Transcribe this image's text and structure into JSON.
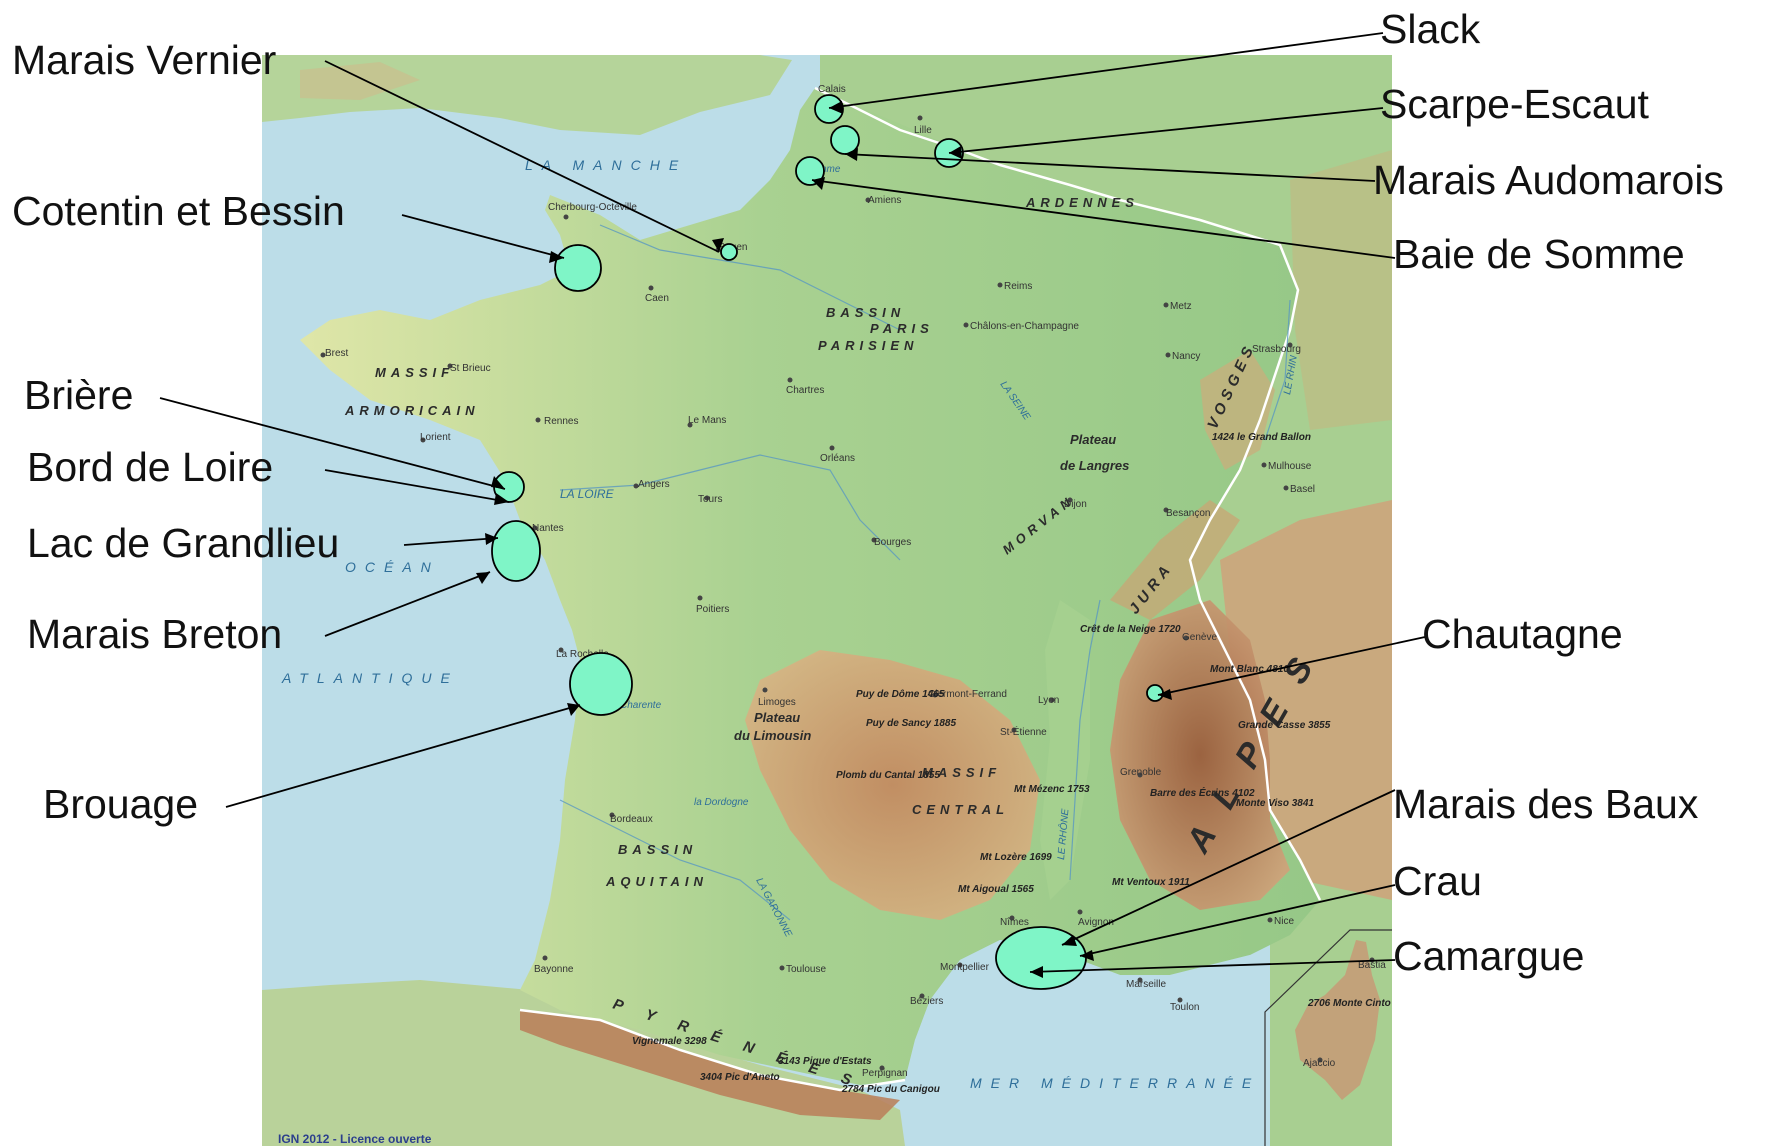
{
  "map": {
    "credit": "IGN 2012 - Licence ouverte",
    "seas": [
      {
        "id": "manche",
        "text": "LA MANCHE"
      },
      {
        "id": "ocean",
        "text": "OCÉAN"
      },
      {
        "id": "atlantique",
        "text": "ATLANTIQUE"
      },
      {
        "id": "med",
        "text": "MER MÉDITERRANÉE"
      }
    ],
    "regions": [
      {
        "id": "massif-armoricain-1",
        "text": "MASSIF"
      },
      {
        "id": "massif-armoricain-2",
        "text": "ARMORICAIN"
      },
      {
        "id": "bassin-parisien-1",
        "text": "BASSIN"
      },
      {
        "id": "bassin-parisien-2",
        "text": "PARIS"
      },
      {
        "id": "bassin-parisien-3",
        "text": "PARISIEN"
      },
      {
        "id": "ardennes",
        "text": "ARDENNES"
      },
      {
        "id": "vosges",
        "text": "VOSGES"
      },
      {
        "id": "jura",
        "text": "JURA"
      },
      {
        "id": "alpes",
        "text": "ALPES"
      },
      {
        "id": "morvan",
        "text": "MORVAN"
      },
      {
        "id": "langres-1",
        "text": "Plateau"
      },
      {
        "id": "langres-2",
        "text": "de Langres"
      },
      {
        "id": "limousin-1",
        "text": "Plateau"
      },
      {
        "id": "limousin-2",
        "text": "du Limousin"
      },
      {
        "id": "massif-central-1",
        "text": "MASSIF"
      },
      {
        "id": "massif-central-2",
        "text": "CENTRAL"
      },
      {
        "id": "bassin-aquitain-1",
        "text": "BASSIN"
      },
      {
        "id": "bassin-aquitain-2",
        "text": "AQUITAIN"
      },
      {
        "id": "pyrenees",
        "text": "PYRÉNÉES"
      }
    ],
    "cities": [
      {
        "id": "cherbourg",
        "text": "Cherbourg-Octeville"
      },
      {
        "id": "caen",
        "text": "Caen"
      },
      {
        "id": "rouen",
        "text": "Rouen"
      },
      {
        "id": "amiens",
        "text": "Amiens"
      },
      {
        "id": "lille",
        "text": "Lille"
      },
      {
        "id": "calais",
        "text": "Calais"
      },
      {
        "id": "reims",
        "text": "Reims"
      },
      {
        "id": "chalons",
        "text": "Châlons-en-Champagne"
      },
      {
        "id": "metz",
        "text": "Metz"
      },
      {
        "id": "nancy",
        "text": "Nancy"
      },
      {
        "id": "strasbourg",
        "text": "Strasbourg"
      },
      {
        "id": "mulhouse",
        "text": "Mulhouse"
      },
      {
        "id": "bale",
        "text": "Basel"
      },
      {
        "id": "brest",
        "text": "Brest"
      },
      {
        "id": "stbrieuc",
        "text": "St Brieuc"
      },
      {
        "id": "rennes",
        "text": "Rennes"
      },
      {
        "id": "lorient",
        "text": "Lorient"
      },
      {
        "id": "nantes",
        "text": "Nantes"
      },
      {
        "id": "angers",
        "text": "Angers"
      },
      {
        "id": "lemans",
        "text": "Le Mans"
      },
      {
        "id": "chartres",
        "text": "Chartres"
      },
      {
        "id": "orleans",
        "text": "Orléans"
      },
      {
        "id": "tours",
        "text": "Tours"
      },
      {
        "id": "bourges",
        "text": "Bourges"
      },
      {
        "id": "dijon",
        "text": "Dijon"
      },
      {
        "id": "besancon",
        "text": "Besançon"
      },
      {
        "id": "geneve",
        "text": "Genève"
      },
      {
        "id": "lyon",
        "text": "Lyon"
      },
      {
        "id": "stetienne",
        "text": "St-Étienne"
      },
      {
        "id": "clermont",
        "text": "Clermont-Ferrand"
      },
      {
        "id": "limoges",
        "text": "Limoges"
      },
      {
        "id": "poitiers",
        "text": "Poitiers"
      },
      {
        "id": "larochelle",
        "text": "La Rochelle"
      },
      {
        "id": "bordeaux",
        "text": "Bordeaux"
      },
      {
        "id": "bayonne",
        "text": "Bayonne"
      },
      {
        "id": "toulouse",
        "text": "Toulouse"
      },
      {
        "id": "montpellier",
        "text": "Montpellier"
      },
      {
        "id": "nimes",
        "text": "Nîmes"
      },
      {
        "id": "avignon",
        "text": "Avignon"
      },
      {
        "id": "marseille",
        "text": "Marseille"
      },
      {
        "id": "toulon",
        "text": "Toulon"
      },
      {
        "id": "beziers",
        "text": "Béziers"
      },
      {
        "id": "perpignan",
        "text": "Perpignan"
      },
      {
        "id": "grenoble",
        "text": "Grenoble"
      },
      {
        "id": "nice",
        "text": "Nice"
      },
      {
        "id": "bastia",
        "text": "Bastia"
      },
      {
        "id": "ajaccio",
        "text": "Ajaccio"
      }
    ],
    "peaks": [
      {
        "id": "puy-dome",
        "text": "Puy de Dôme 1465"
      },
      {
        "id": "puy-sancy",
        "text": "Puy de Sancy 1885"
      },
      {
        "id": "plomb",
        "text": "Plomb du Cantal 1855"
      },
      {
        "id": "mezenc",
        "text": "Mt Mézenc 1753"
      },
      {
        "id": "lozere",
        "text": "Mt Lozère 1699"
      },
      {
        "id": "aigoual",
        "text": "Mt Aigoual 1565"
      },
      {
        "id": "ventoux",
        "text": "Mt Ventoux 1911"
      },
      {
        "id": "ballon",
        "text": "1424 le Grand Ballon"
      },
      {
        "id": "neige",
        "text": "Crêt de la Neige 1720"
      },
      {
        "id": "blanc",
        "text": "Mont Blanc 4810"
      },
      {
        "id": "casse",
        "text": "Grande Casse 3855"
      },
      {
        "id": "ecrins",
        "text": "Barre des Écrins 4102"
      },
      {
        "id": "viso",
        "text": "Monte Viso 3841"
      },
      {
        "id": "vignemale",
        "text": "Vignemale 3298"
      },
      {
        "id": "aneto",
        "text": "3404 Pic d'Aneto"
      },
      {
        "id": "estats",
        "text": "3143 Pique d'Estats"
      },
      {
        "id": "canigou",
        "text": "2784 Pic du Canigou"
      },
      {
        "id": "cinto",
        "text": "2706 Monte Cinto"
      }
    ],
    "rivers": [
      {
        "id": "seine",
        "text": "LA SEINE"
      },
      {
        "id": "loire",
        "text": "LA LOIRE"
      },
      {
        "id": "garonne",
        "text": "LA GARONNE"
      },
      {
        "id": "rhone",
        "text": "LE RHÔNE"
      },
      {
        "id": "rhin",
        "text": "LE RHIN"
      },
      {
        "id": "somme",
        "text": "Somme"
      },
      {
        "id": "dordogne",
        "text": "la Dordogne"
      },
      {
        "id": "charente",
        "text": "Charente"
      }
    ]
  },
  "callouts": [
    {
      "id": "slack",
      "label": "Slack"
    },
    {
      "id": "scarpe-escaut",
      "label": "Scarpe-Escaut"
    },
    {
      "id": "marais-audomarois",
      "label": "Marais Audomarois"
    },
    {
      "id": "baie-de-somme",
      "label": "Baie de Somme"
    },
    {
      "id": "marais-vernier",
      "label": "Marais Vernier"
    },
    {
      "id": "cotentin-bessin",
      "label": "Cotentin et Bessin"
    },
    {
      "id": "briere",
      "label": "Brière"
    },
    {
      "id": "bord-de-loire",
      "label": "Bord de Loire"
    },
    {
      "id": "lac-de-grandlieu",
      "label": "Lac de Grandlieu"
    },
    {
      "id": "marais-breton",
      "label": "Marais Breton"
    },
    {
      "id": "brouage",
      "label": "Brouage"
    },
    {
      "id": "chautagne",
      "label": "Chautagne"
    },
    {
      "id": "marais-des-baux",
      "label": "Marais des Baux"
    },
    {
      "id": "crau",
      "label": "Crau"
    },
    {
      "id": "camargue",
      "label": "Camargue"
    }
  ],
  "colors": {
    "sea": "#bcdde8",
    "lowland": "#d8e0a0",
    "green": "#9cc98c",
    "mountain": "#c08a5c",
    "wetland": "#7ff5c7"
  }
}
